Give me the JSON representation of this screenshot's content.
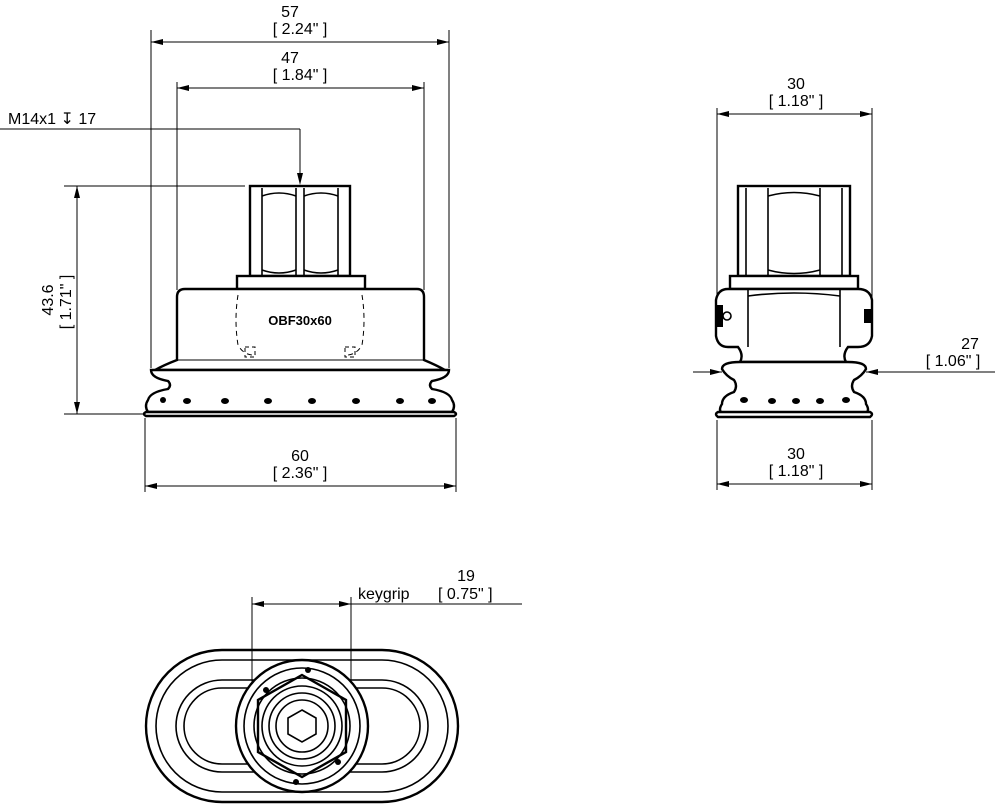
{
  "front_view": {
    "dim_top_outer": {
      "value": "57",
      "inch": "[ 2.24\" ]"
    },
    "dim_top_inner": {
      "value": "47",
      "inch": "[ 1.84\" ]"
    },
    "thread_callout": "M14x1 ↧ 17",
    "dim_height": {
      "value": "43.6",
      "inch": "[ 1.71\" ]"
    },
    "dim_bottom": {
      "value": "60",
      "inch": "[ 2.36\" ]"
    },
    "embossed_label": "OBF30x60"
  },
  "side_view": {
    "dim_top": {
      "value": "30",
      "inch": "[ 1.18\" ]"
    },
    "dim_right": {
      "value": "27",
      "inch": "[ 1.06\" ]"
    },
    "dim_bottom": {
      "value": "30",
      "inch": "[ 1.18\" ]"
    }
  },
  "top_view": {
    "keygrip_value": "19",
    "keygrip_label": "keygrip",
    "keygrip_inch": "[ 0.75\" ]"
  }
}
